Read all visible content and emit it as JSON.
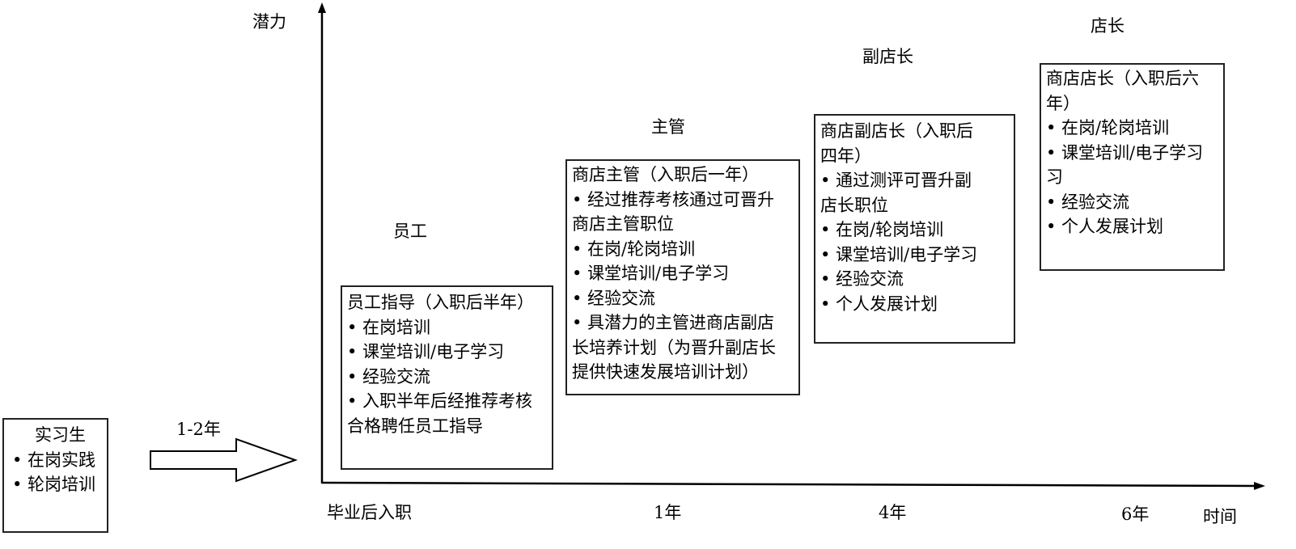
{
  "axes": {
    "y_label": "潜力",
    "x_label": "时间"
  },
  "x_ticks": [
    "毕业后入职",
    "1年",
    "4年",
    "6年"
  ],
  "arrow_label": "1-2年",
  "levels": {
    "employee": "员工",
    "supervisor": "主管",
    "deputy": "副店长",
    "manager": "店长"
  },
  "boxes": {
    "intern": {
      "lines": [
        "实习生",
        "• 在岗实践",
        "• 轮岗培训"
      ]
    },
    "employee": {
      "lines": [
        "员工指导（入职后半年）",
        "• 在岗培训",
        "• 课堂培训/电子学习",
        "• 经验交流",
        "• 入职半年后经推荐考核",
        "合格聘任员工指导"
      ]
    },
    "supervisor": {
      "lines": [
        "商店主管（入职后一年）",
        "• 经过推荐考核通过可晋升",
        "商店主管职位",
        "• 在岗/轮岗培训",
        "• 课堂培训/电子学习",
        "• 经验交流",
        "• 具潜力的主管进商店副店",
        "长培养计划（为晋升副店长",
        "提供快速发展培训计划）"
      ]
    },
    "deputy": {
      "lines": [
        "商店副店长（入职后",
        "四年）",
        "• 通过测评可晋升副",
        "店长职位",
        "• 在岗/轮岗培训",
        "• 课堂培训/电子学习",
        "• 经验交流",
        "• 个人发展计划"
      ]
    },
    "manager": {
      "lines": [
        "商店店长（入职后六",
        "年）",
        "• 在岗/轮岗培训",
        "• 课堂培训/电子学习",
        "习",
        "• 经验交流",
        "• 个人发展计划"
      ]
    }
  }
}
